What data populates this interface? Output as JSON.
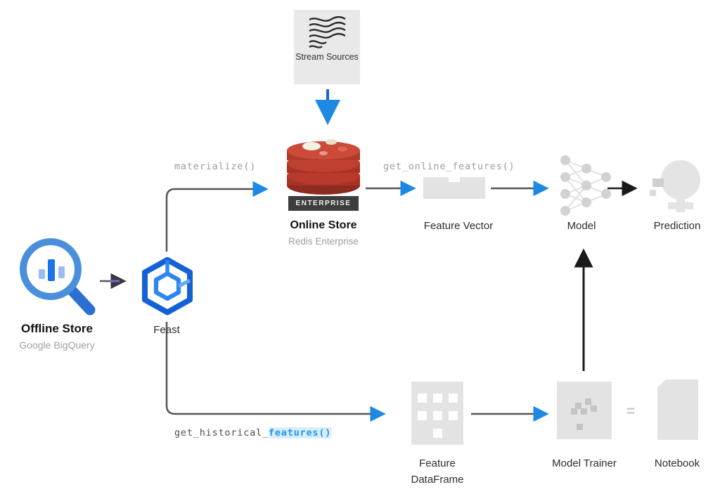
{
  "diagram": {
    "nodes": {
      "stream_sources": {
        "label": "Stream Sources",
        "icon": "waves-icon"
      },
      "online_store": {
        "label": "Online Store",
        "sublabel": "Redis Enterprise",
        "badge": "ENTERPRISE",
        "icon": "redis-database-stack-icon"
      },
      "offline_store": {
        "label": "Offline Store",
        "sublabel": "Google BigQuery",
        "icon": "bigquery-magnifier-icon"
      },
      "feast": {
        "label": "Feast",
        "icon": "feast-cube-icon"
      },
      "feature_vector": {
        "label": "Feature Vector",
        "icon": "vector-strip-icon"
      },
      "model": {
        "label": "Model",
        "icon": "neural-network-icon"
      },
      "prediction": {
        "label": "Prediction",
        "icon": "crystal-ball-icon"
      },
      "feature_dataframe": {
        "label": "Feature DataFrame",
        "icon": "dataframe-grid-icon"
      },
      "model_trainer": {
        "label": "Model Trainer",
        "icon": "trainer-code-icon"
      },
      "notebook": {
        "label": "Notebook",
        "icon": "document-icon"
      }
    },
    "edges": {
      "materialize": {
        "label": "materialize()"
      },
      "get_online_features": {
        "label": "get_online_features()"
      },
      "get_historical_features": {
        "label_prefix": "get_historical_",
        "label_suffix": "features()"
      },
      "equals": {
        "label": "="
      }
    },
    "colors": {
      "accent_blue": "#1e88e5",
      "down_arrow_blue": "#1a63d6",
      "line_gray": "#555555",
      "arrow_black": "#1a1a1a",
      "node_gray": "#e3e3e3",
      "redis_red": "#b03a2e",
      "badge_dark": "#3d3d3d",
      "code_gray": "#9e9e9e",
      "label_dark": "#2d2d2d",
      "subtitle_gray": "#9e9e9e",
      "feast_blue": "#1565d8",
      "bigquery_blue": "#4a8fdc"
    }
  }
}
